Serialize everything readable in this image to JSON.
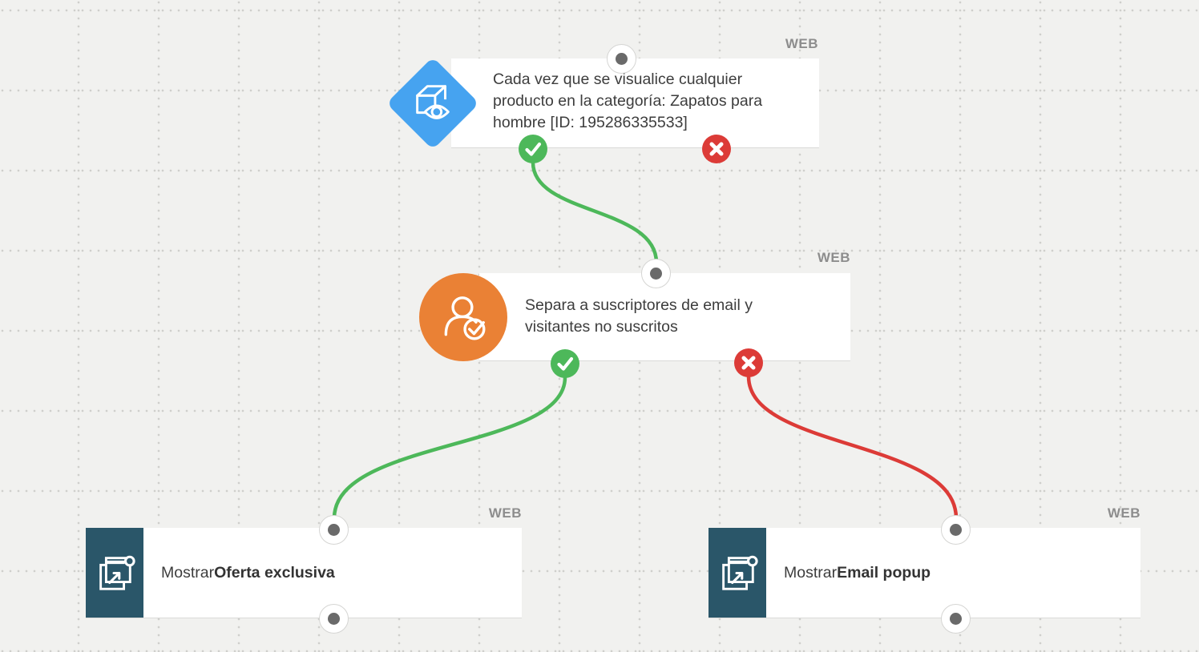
{
  "canvas": {
    "background_color": "#f1f1ef",
    "grid_dot_color": "#cfcfcc"
  },
  "colors": {
    "trigger_blue": "#46a3f0",
    "split_orange": "#ea8135",
    "action_teal": "#2a5669",
    "success_green": "#4db85a",
    "error_red": "#dc3b37",
    "port_dot_gray": "#6a6a6a",
    "text_dark": "#3d3d3d",
    "channel_label_gray": "#8d8d8d",
    "card_white": "#ffffff"
  },
  "nodes": {
    "trigger": {
      "channel_label": "WEB",
      "text": "Cada vez que se visualice cualquier producto en la categoría: Zapatos para hombre [ID: 195286335533]",
      "icon": "product-view-icon"
    },
    "split": {
      "channel_label": "WEB",
      "text": "Separa a suscriptores de email y visitantes no suscritos",
      "icon": "subscriber-split-icon"
    },
    "offer_popup": {
      "channel_label": "WEB",
      "text_prefix": "Mostrar ",
      "text_bold": "Oferta exclusiva",
      "icon": "popup-window-icon"
    },
    "email_popup": {
      "channel_label": "WEB",
      "text_prefix": "Mostrar ",
      "text_bold": "Email popup",
      "icon": "popup-window-icon"
    }
  },
  "edges": [
    {
      "from": "trigger-success-port",
      "to": "split-input-port",
      "type": "success"
    },
    {
      "from": "split-success-port",
      "to": "offer-popup-input-port",
      "type": "success"
    },
    {
      "from": "split-error-port",
      "to": "email-popup-input-port",
      "type": "error"
    }
  ]
}
